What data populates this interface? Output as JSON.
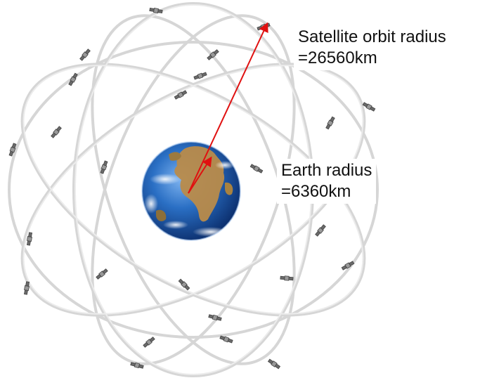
{
  "annotations": {
    "orbit_label_line1": "Satellite orbit radius",
    "orbit_label_line2": "=26560km",
    "earth_label_line1": "Earth radius",
    "earth_label_line2": "=6360km"
  },
  "colors": {
    "arrow": "#e01010",
    "orbit": "#d8d8d8",
    "ocean": "#2a6fc4",
    "land": "#b98b4a",
    "satellite": "#555555"
  }
}
